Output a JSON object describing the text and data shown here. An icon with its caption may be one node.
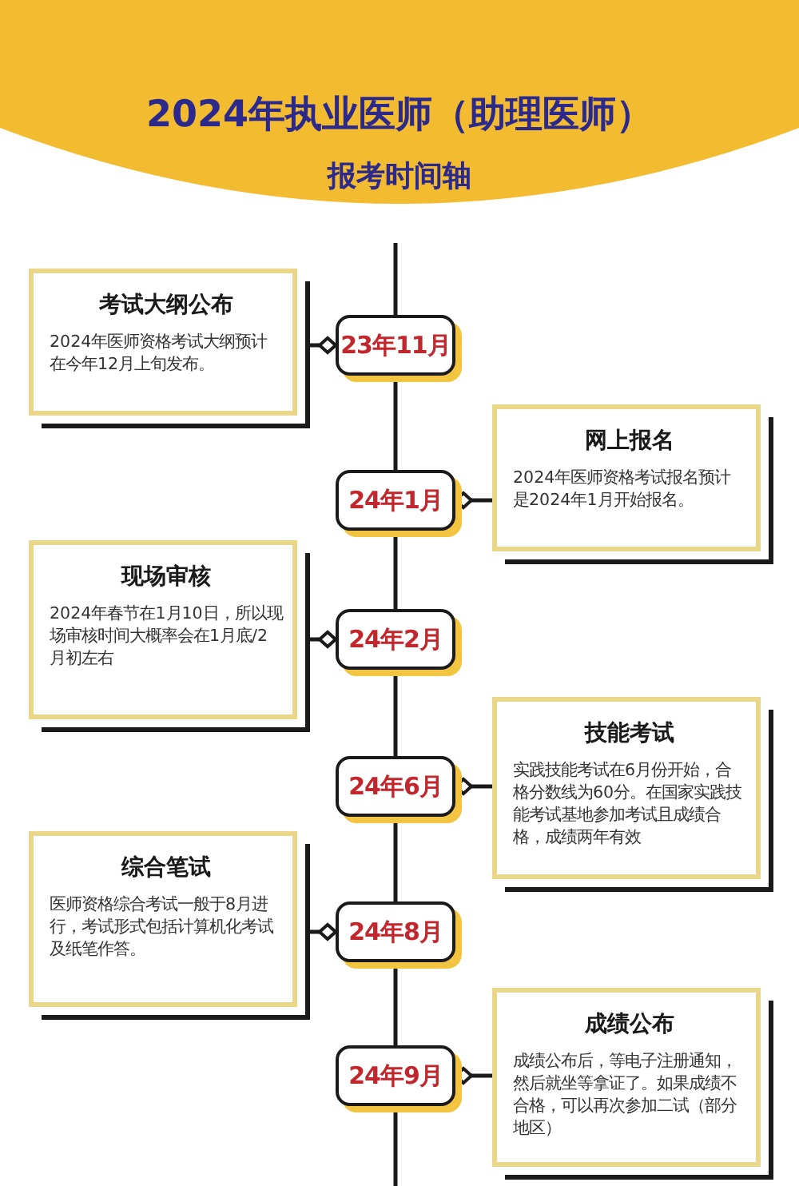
{
  "diagram": {
    "title": "2024年执业医师（助理医师）",
    "nodes": [
      {
        "text": [
          "考试大纲公布",
          "2024年医师资格考试大纲预计在今年12月上旬发布。"
        ]
      },
      {
        "text": [
          "23年11月"
        ]
      },
      {
        "text": [
          "24年1月"
        ]
      },
      {
        "text": [
          "网上报名",
          "2024年医师资格考试报名预计是2024年1月开始报名。"
        ]
      },
      {
        "text": [
          "现场审核",
          "2024年春节在1月10日，所以现场审核时间大概率会在1月底/2月初左右"
        ]
      },
      {
        "text": [
          "24年2月"
        ]
      },
      {
        "text": [
          "24年6月"
        ]
      },
      {
        "text": [
          "技能考试",
          "实践技能考试在6月份开始，合格分数线为60分。在国家实践技能考试基地参加考试且成绩合格，成绩两年有效"
        ]
      },
      {
        "text": [
          "综合笔试",
          "医师资格综合考试一般于8月进行，考试形式包括计算机化考试及纸笔作答。"
        ]
      },
      {
        "text": [
          "24年8月"
        ]
      },
      {
        "text": [
          "24年9月"
        ]
      },
      {
        "text": [
          "成绩公布",
          "成绩公布后，等电子注册通知，然后就坐等拿证了。如果成绩不合格，可以再次参加二试（部分地区）"
        ]
      }
    ],
    "edges": [
      {
        "from": 0,
        "to": 1,
        "arrow": "other"
      },
      {
        "from": 3,
        "to": 2,
        "arrow": "other"
      },
      {
        "from": 4,
        "to": 5,
        "arrow": "other"
      },
      {
        "from": 7,
        "to": 6,
        "arrow": "other"
      },
      {
        "from": 8,
        "to": 9,
        "arrow": "other"
      },
      {
        "from": 11,
        "to": 10,
        "arrow": "other"
      },
      {
        "from": null,
        "to": 1,
        "arrow": "none"
      },
      {
        "from": 1,
        "to": 2,
        "arrow": "none"
      },
      {
        "from": 2,
        "to": 5,
        "arrow": "none"
      },
      {
        "from": 5,
        "to": 6,
        "arrow": "none"
      },
      {
        "from": 6,
        "to": 9,
        "arrow": "none"
      },
      {
        "from": 9,
        "to": 10,
        "arrow": "none"
      },
      {
        "from": 10,
        "to": null,
        "arrow": "none"
      }
    ],
    "labels": [
      "报考时间轴"
    ]
  }
}
